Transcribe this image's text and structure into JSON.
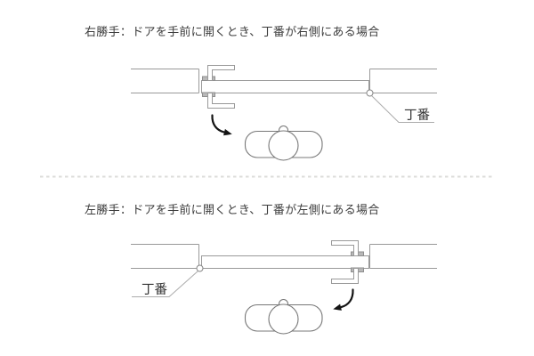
{
  "sections": [
    {
      "heading": "右勝手：ドアを手前に開くとき、丁番が右側にある場合",
      "hinge_label": "丁番",
      "diagram": {
        "hinge_position": "right",
        "handle_position": "left",
        "swing_arrow": "door swings toward viewer",
        "person": "top-view person facing door"
      }
    },
    {
      "heading": "左勝手：ドアを手前に開くとき、丁番が左側にある場合",
      "hinge_label": "丁番",
      "diagram": {
        "hinge_position": "left",
        "handle_position": "right",
        "swing_arrow": "door swings toward viewer",
        "person": "top-view person facing door"
      }
    }
  ],
  "colors": {
    "background": "#ffffff",
    "wall_line": "#999999",
    "heading_text": "#3d3d3d",
    "label_text": "#333333",
    "arrow": "#141414",
    "person_outline": "#787878",
    "separator": "#dcdcda",
    "handle_base": "#b8b8b8"
  }
}
